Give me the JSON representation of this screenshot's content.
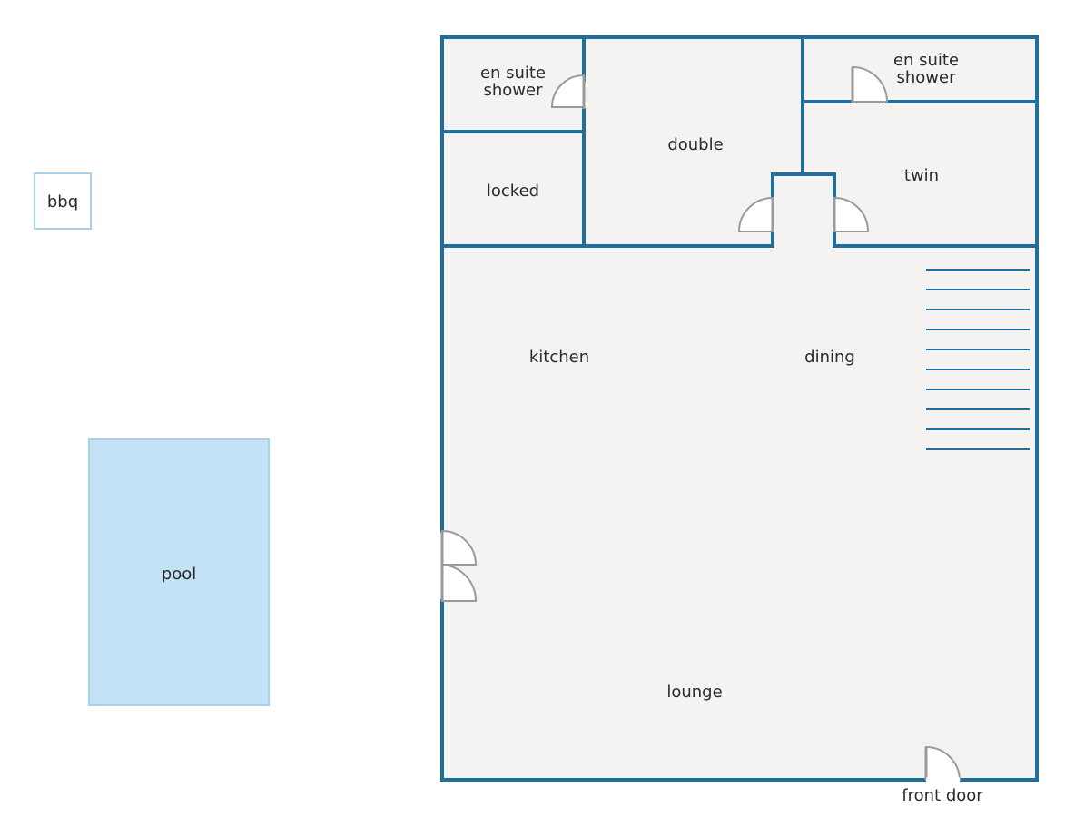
{
  "labels": {
    "bbq": "bbq",
    "pool": "pool",
    "en_suite_left_1": "en suite",
    "en_suite_left_2": "shower",
    "en_suite_right_1": "en suite",
    "en_suite_right_2": "shower",
    "double": "double",
    "twin": "twin",
    "locked": "locked",
    "kitchen": "kitchen",
    "dining": "dining",
    "lounge": "lounge",
    "front_door": "front door"
  },
  "colors": {
    "wall": "#1f6f9a",
    "floor": "#f4f3f2",
    "pool_fill": "#c3e2f6",
    "pool_stroke": "#a7d0ec",
    "door": "#9a9a9a"
  }
}
